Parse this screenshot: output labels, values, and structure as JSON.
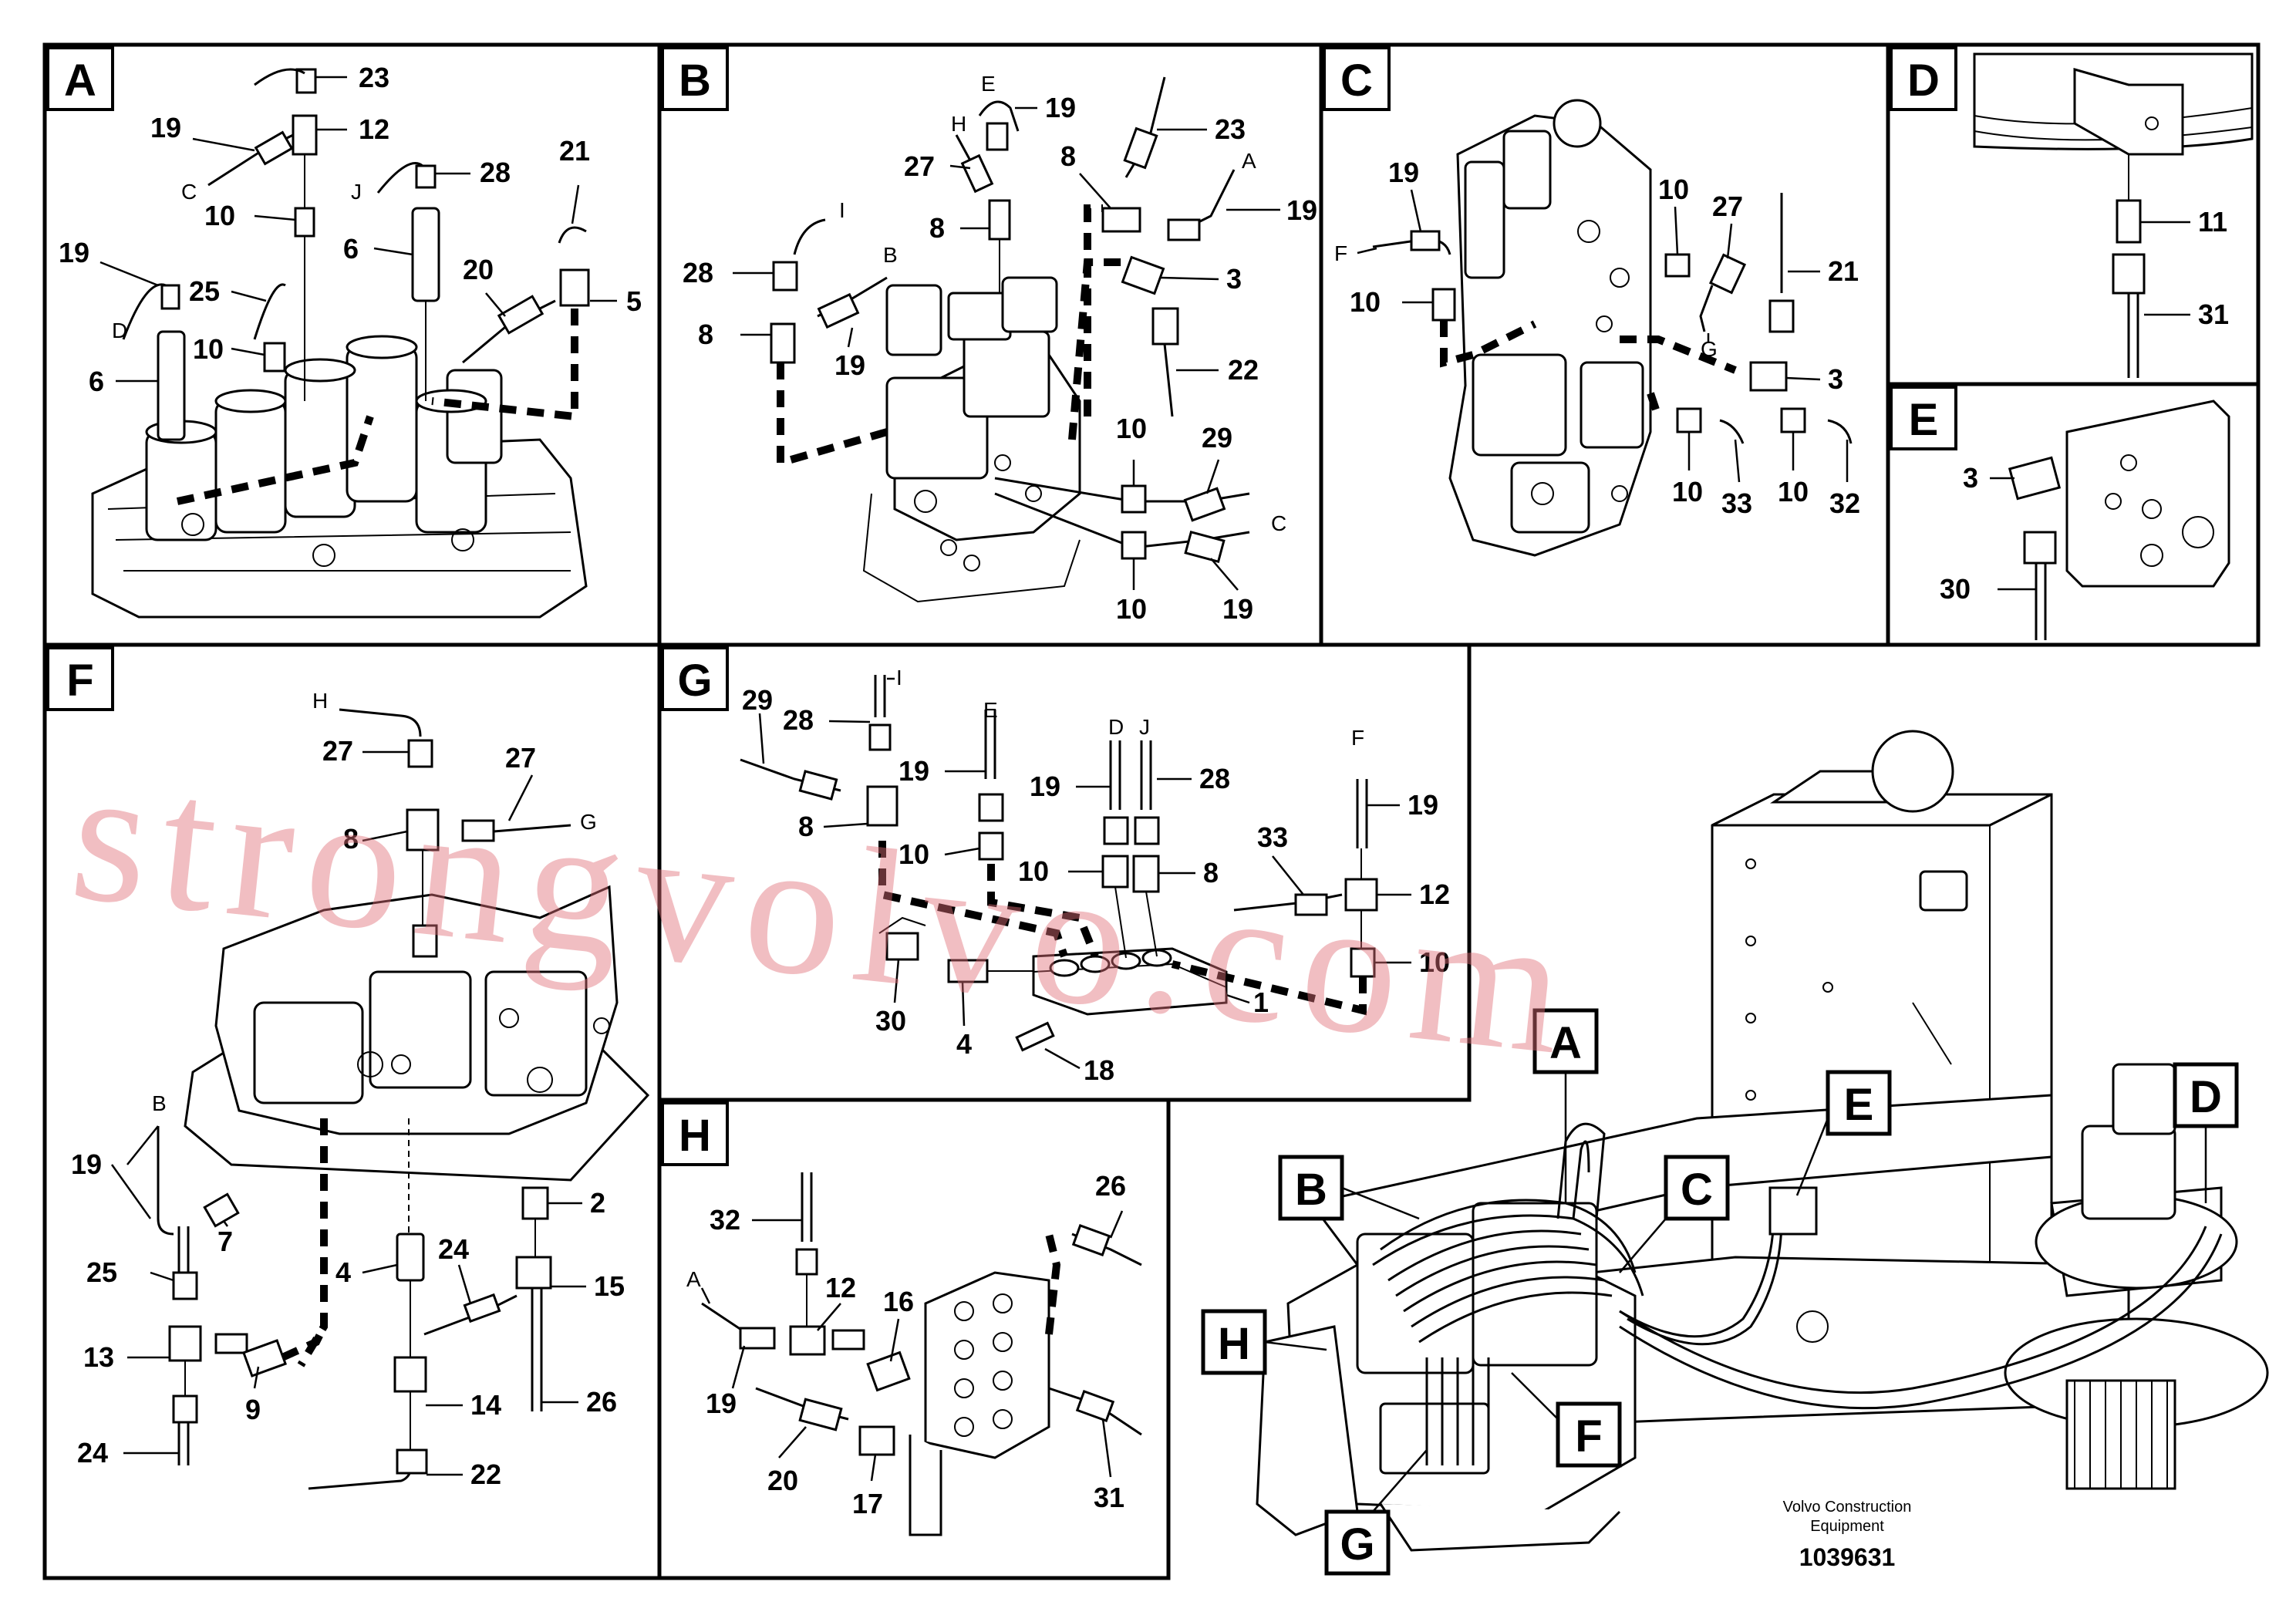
{
  "panels": [
    {
      "id": "A",
      "label": "A"
    },
    {
      "id": "B",
      "label": "B"
    },
    {
      "id": "C",
      "label": "C"
    },
    {
      "id": "D",
      "label": "D"
    },
    {
      "id": "E",
      "label": "E"
    },
    {
      "id": "F",
      "label": "F"
    },
    {
      "id": "G",
      "label": "G"
    },
    {
      "id": "H",
      "label": "H"
    }
  ],
  "overview_callouts": [
    "A",
    "B",
    "C",
    "D",
    "E",
    "F",
    "G",
    "H"
  ],
  "part_labels": {
    "A": [
      "23",
      "12",
      "19",
      "C",
      "10",
      "28",
      "J",
      "21",
      "6",
      "20",
      "19",
      "D",
      "25",
      "10",
      "5",
      "6"
    ],
    "B": [
      "E",
      "19",
      "23",
      "H",
      "A",
      "27",
      "8",
      "19",
      "8",
      "I",
      "3",
      "28",
      "B",
      "8",
      "19",
      "22",
      "10",
      "29",
      "C",
      "10",
      "19"
    ],
    "C": [
      "19",
      "10",
      "27",
      "F",
      "21",
      "10",
      "G",
      "3",
      "10",
      "33",
      "10",
      "32"
    ],
    "D": [
      "11",
      "31"
    ],
    "E": [
      "3",
      "30"
    ],
    "F": [
      "H",
      "27",
      "27",
      "8",
      "G",
      "B",
      "19",
      "7",
      "2",
      "25",
      "4",
      "24",
      "15",
      "13",
      "9",
      "14",
      "26",
      "24",
      "22"
    ],
    "G": [
      "I",
      "29",
      "28",
      "E",
      "D",
      "J",
      "F",
      "19",
      "19",
      "28",
      "19",
      "8",
      "10",
      "10",
      "8",
      "33",
      "12",
      "10",
      "30",
      "4",
      "18",
      "1"
    ],
    "H": [
      "26",
      "32",
      "12",
      "16",
      "A",
      "19",
      "20",
      "17",
      "31"
    ]
  },
  "footer": {
    "brand_line1": "Volvo Construction",
    "brand_line2": "Equipment",
    "doc_number": "1039631"
  },
  "watermark": "strongvolvo.com",
  "colors": {
    "ink": "#000000",
    "paper": "#ffffff",
    "watermark": "#e16e78"
  }
}
